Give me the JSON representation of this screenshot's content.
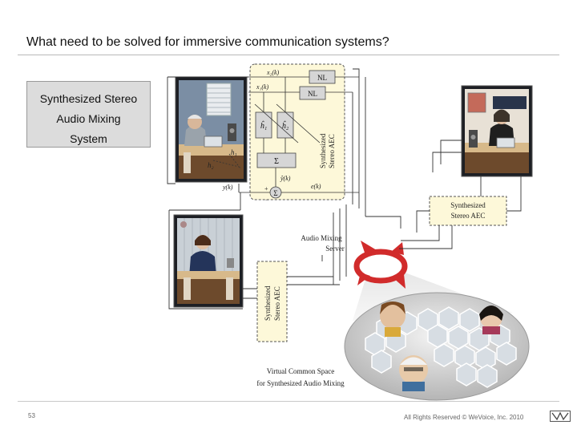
{
  "slide": {
    "title": "What need to be solved for immersive communication systems?",
    "label_box": [
      "Synthesized Stereo",
      "Audio Mixing",
      "System"
    ],
    "page_number": "53",
    "copyright": "All Rights Reserved © WeVoice, Inc. 2010"
  },
  "diagram": {
    "aec_block": {
      "x2": "x₂(k)",
      "x1": "x₁(k)",
      "nl_top": "NL",
      "nl_second": "NL",
      "h1_hat": "ĥ₁",
      "h2_hat": "ĥ₂",
      "sum": "Σ",
      "y_hat": "ŷ(k)",
      "vertical_label": [
        "Synthesized",
        "Stereo AEC"
      ],
      "y": "y(k)",
      "e": "e(k)",
      "plus": "+",
      "minus": "−"
    },
    "h1": "h₁",
    "h2": "h₂",
    "right_aec": [
      "Synthesized",
      "Stereo AEC"
    ],
    "left_aec": [
      "Synthesized",
      "Stereo AEC"
    ],
    "server_label": [
      "Audio Mixing",
      "Server"
    ],
    "virtual_space": [
      "Virtual Common Space",
      "for Synthesized Audio Mixing"
    ]
  },
  "colors": {
    "aec_block_fill": "#fdf8d9",
    "aec_block_border": "#555555",
    "label_box_fill": "#dcdcdc",
    "server_icon": "#d12b2b",
    "hex_tile": "#d7dde3"
  }
}
